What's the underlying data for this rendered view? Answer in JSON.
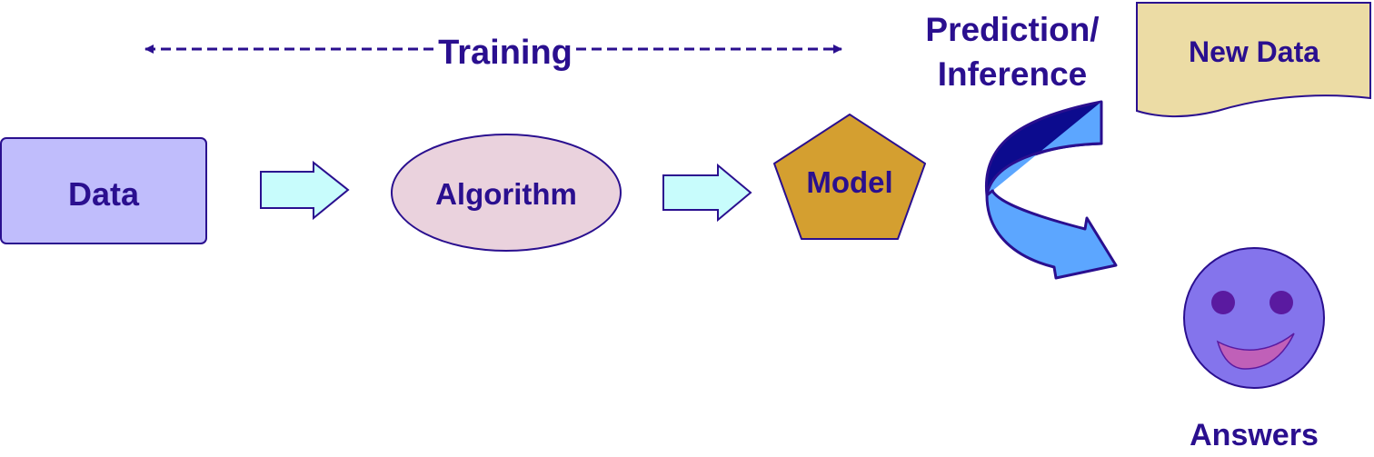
{
  "diagram": {
    "training_label": "Training",
    "prediction_label_line1": "Prediction/",
    "prediction_label_line2": "Inference",
    "nodes": {
      "data": "Data",
      "algorithm": "Algorithm",
      "model": "Model",
      "new_data": "New Data",
      "answers": "Answers"
    }
  },
  "colors": {
    "text": "#2a0f8f",
    "data_box_fill": "#c0bdfc",
    "algorithm_fill": "#ead2dd",
    "model_fill": "#d49f30",
    "new_data_fill": "#ecdca5",
    "arrow_fill": "#c8fcfc",
    "curved_arrow_dark": "#0c0b8e",
    "curved_arrow_light": "#5ca6ff",
    "smiley_fill": "#8474ec",
    "smiley_eyes": "#5a1aa0",
    "smiley_mouth": "#c060b8"
  }
}
